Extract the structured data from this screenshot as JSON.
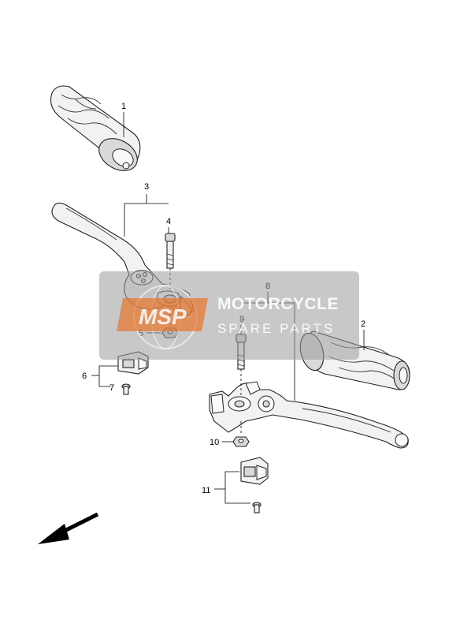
{
  "callouts": {
    "c1": "1",
    "c2": "2",
    "c3": "3",
    "c4": "4",
    "c5": "5",
    "c6": "6",
    "c7": "7",
    "c8": "8",
    "c9": "9",
    "c10": "10",
    "c11": "11"
  },
  "watermark": {
    "logo_text": "MSP",
    "title": "MOTORCYCLE",
    "subtitle": "SPARE PARTS"
  },
  "colors": {
    "line": "#222222",
    "part_fill": "#f2f2f2",
    "watermark_gray": "#9a9a9a",
    "watermark_orange": "#e8742a"
  },
  "icons": {
    "direction_arrow": "front-direction-arrow-icon"
  }
}
